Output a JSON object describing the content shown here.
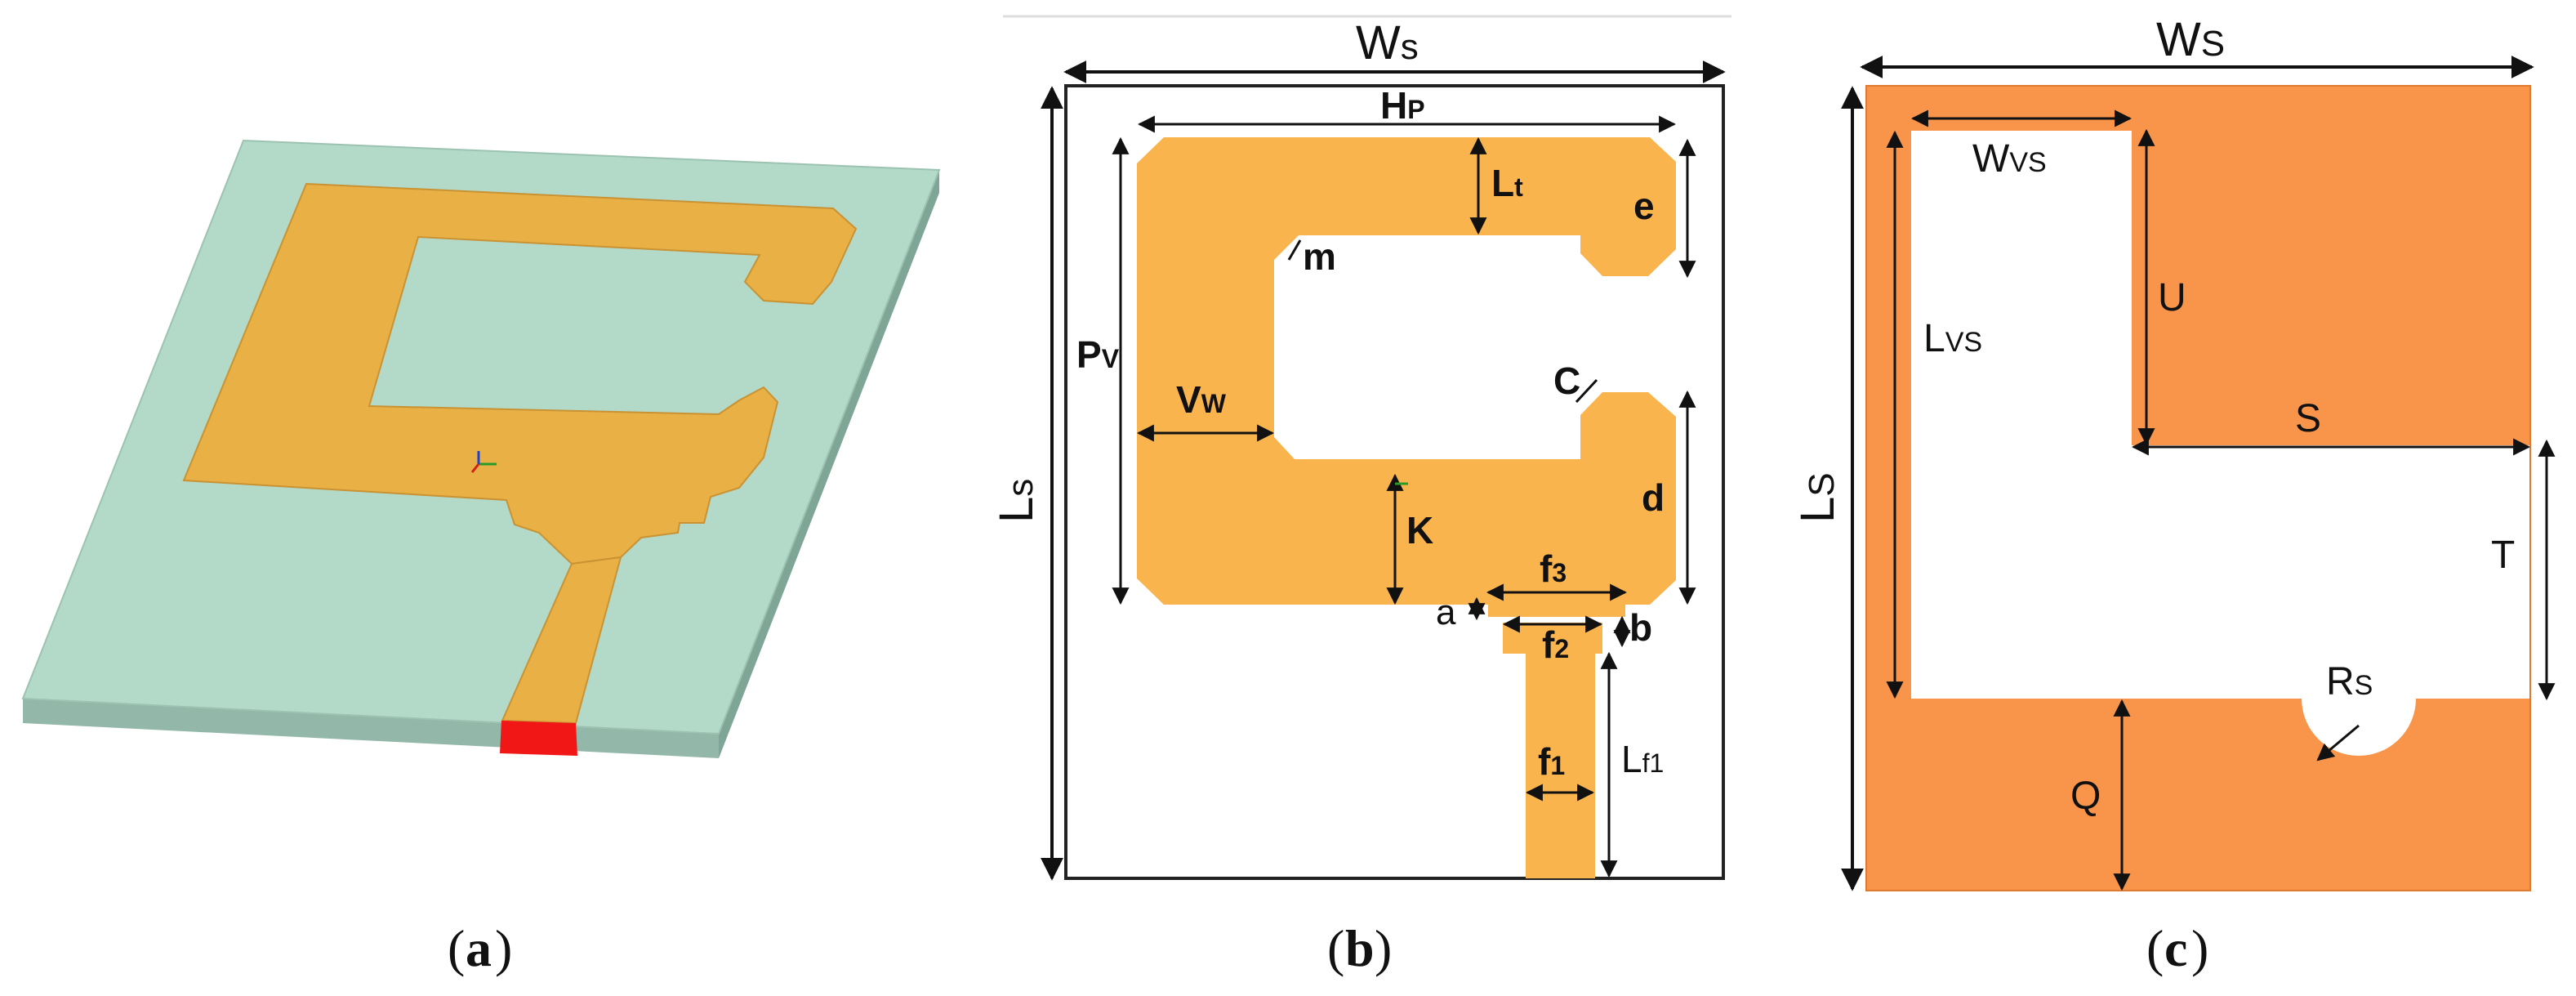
{
  "colors": {
    "substrate_top": "#b3d9c8",
    "substrate_side": "#93b7a8",
    "patch_3d": "#e9b046",
    "feed_port": "#f21717",
    "patch_2d": "#f9b44e",
    "ground": "#f9954a",
    "outline": "#222222"
  },
  "panels": {
    "a": {
      "caption_open": "(",
      "caption_letter": "a",
      "caption_close": ")"
    },
    "b": {
      "caption_open": "(",
      "caption_letter": "b",
      "caption_close": ")",
      "labels": {
        "Ws_main": "W",
        "Ws_sub": "s",
        "Hp_main": "H",
        "Hp_sub": "P",
        "Lt_main": "L",
        "Lt_sub": "t",
        "e": "e",
        "m": "m",
        "Pv_main": "P",
        "Pv_sub": "V",
        "Vw_main": "V",
        "Vw_sub": "W",
        "C": "C",
        "Ls_main": "L",
        "Ls_sub": "s",
        "K": "K",
        "d": "d",
        "f3_main": "f",
        "f3_sub": "3",
        "a": "a",
        "b": "b",
        "f2_main": "f",
        "f2_sub": "2",
        "f1_main": "f",
        "f1_sub": "1",
        "Lf1_main": "L",
        "Lf1_sub": "f1"
      }
    },
    "c": {
      "caption_open": "(",
      "caption_letter": "c",
      "caption_close": ")",
      "labels": {
        "Ws_main": "W",
        "Ws_sub": "S",
        "Wvs_main": "W",
        "Wvs_sub": "VS",
        "U": "U",
        "Lvs_main": "L",
        "Lvs_sub": "VS",
        "S": "S",
        "Ls_main": "L",
        "Ls_sub": "S",
        "T": "T",
        "Rs_main": "R",
        "Rs_sub": "S",
        "Q": "Q"
      }
    }
  }
}
